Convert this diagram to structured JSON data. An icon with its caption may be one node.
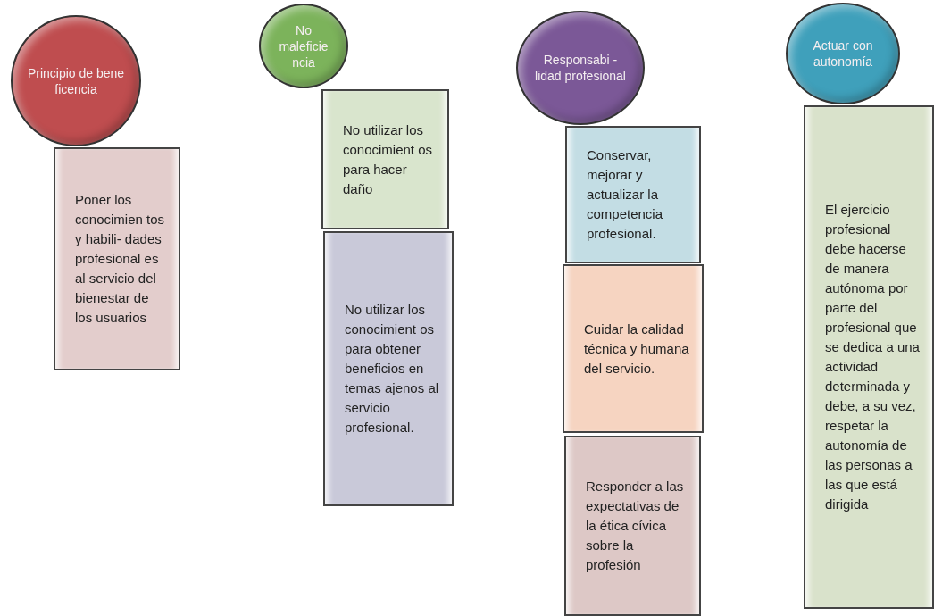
{
  "diagram": {
    "nodes": [
      {
        "text": [
          "Principio de bene ficencia"
        ]
      },
      {
        "text": [
          "Poner los conocimien tos y habili- dades profesional es al servicio del bienestar de los usuarios"
        ]
      },
      {
        "text": [
          "No maleficie ncia"
        ]
      },
      {
        "text": [
          "No utilizar los conocimient os para hacer daño"
        ]
      },
      {
        "text": [
          "No utilizar los conocimient os para obtener beneficios en temas ajenos al servicio profesional."
        ]
      },
      {
        "text": [
          "Responsabi -lidad profesional"
        ]
      },
      {
        "text": [
          "Conservar, mejorar y actualizar la competencia profesional."
        ]
      },
      {
        "text": [
          "Cuidar la calidad técnica y humana del servicio."
        ]
      },
      {
        "text": [
          "Responder a las expectativas de la ética cívica sobre la profesión"
        ]
      },
      {
        "text": [
          "Actuar con autonomía"
        ]
      },
      {
        "text": [
          "El ejercicio profesional debe hacerse de manera autónoma por parte del profesional que se dedica a una actividad determinada y debe, a su vez, respetar la autonomía de las personas a las que está dirigida"
        ]
      }
    ]
  }
}
